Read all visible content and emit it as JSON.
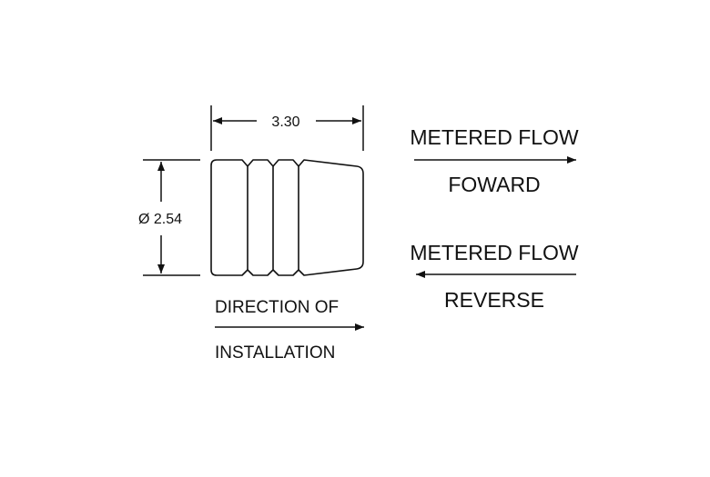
{
  "dimensions": {
    "width_label": "3.30",
    "diameter_label": "Ø 2.54"
  },
  "direction": {
    "line1": "DIRECTION OF",
    "line2": "INSTALLATION"
  },
  "forward": {
    "line1": "METERED FLOW",
    "line2": "FOWARD"
  },
  "reverse": {
    "line1": "METERED FLOW",
    "line2": "REVERSE"
  },
  "colors": {
    "line": "#111111",
    "background": "#ffffff"
  }
}
